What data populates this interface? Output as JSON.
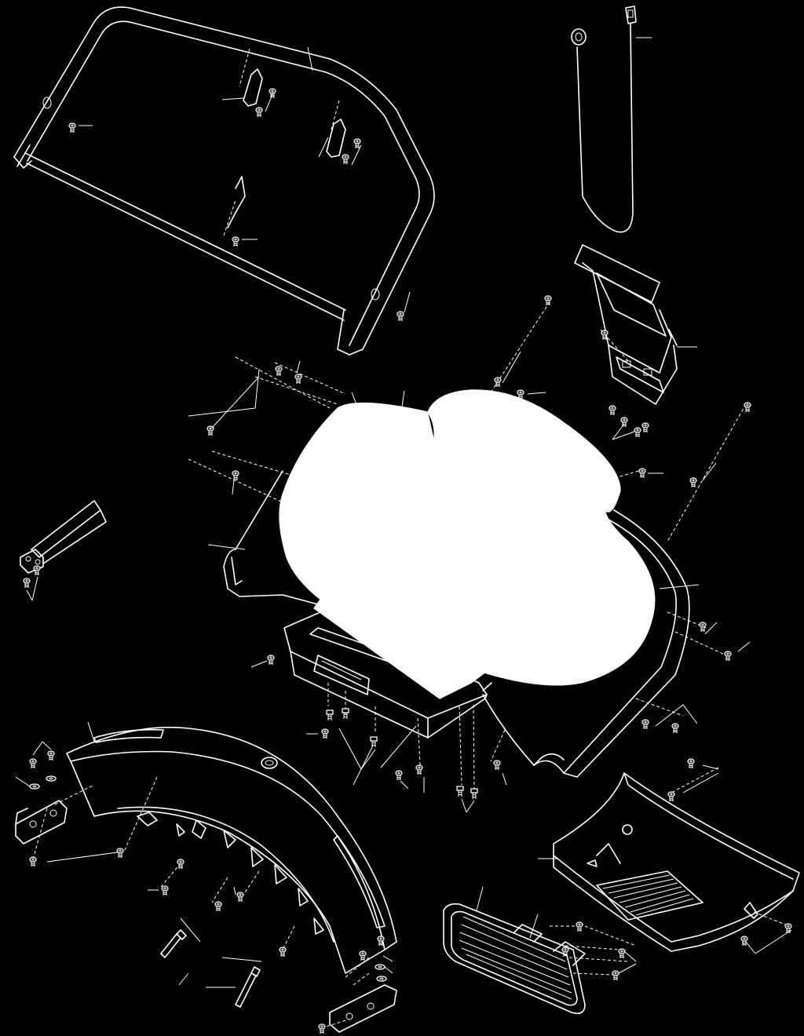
{
  "diagram": {
    "background_color": "#000000",
    "line_color": "#ffffff",
    "parts": [
      {
        "name": "upright-handrail-frame",
        "icon": "handrail-frame-drawing"
      },
      {
        "name": "safety-key-and-clip",
        "icon": "key-clip-drawing"
      },
      {
        "name": "console-hinge-bracket",
        "icon": "bracket-drawing"
      },
      {
        "name": "console-assembly",
        "icon": "console-drawing"
      },
      {
        "name": "console-base-tray",
        "icon": "tray-drawing"
      },
      {
        "name": "upright-cover",
        "icon": "cover-drawing"
      },
      {
        "name": "small-crossbar-bracket",
        "icon": "bracket-drawing"
      },
      {
        "name": "front-handlebar-cover",
        "icon": "curved-cover-drawing"
      },
      {
        "name": "motor-hood",
        "icon": "hood-drawing"
      },
      {
        "name": "front-grille",
        "icon": "grille-drawing"
      },
      {
        "name": "fasteners",
        "icon": "screw-drawing"
      }
    ]
  }
}
